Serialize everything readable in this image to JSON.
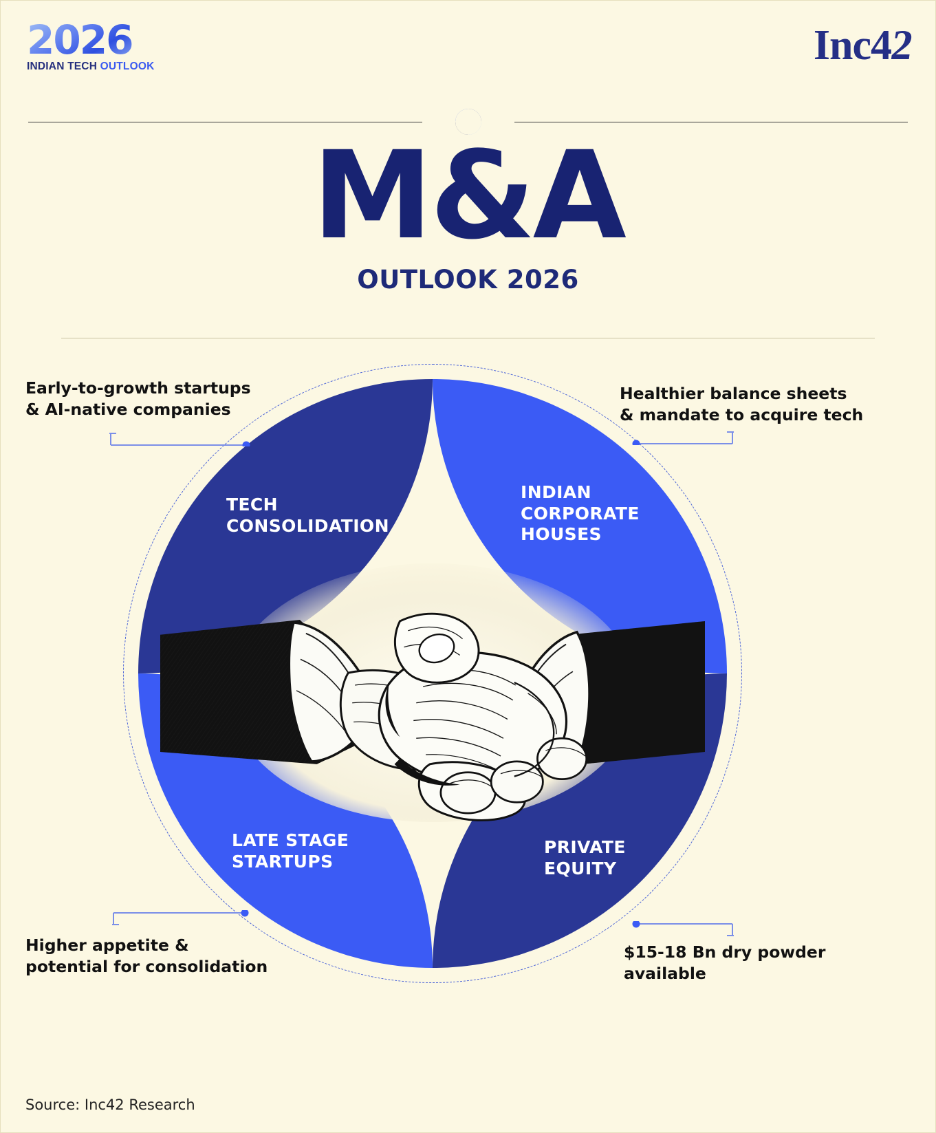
{
  "header": {
    "brand_year": "2026",
    "brand_tagline_dark": "INDIAN TECH ",
    "brand_tagline_light": "OUTLOOK",
    "publisher": "Inc4",
    "publisher_suffix": "2",
    "star_icon": "four-point-star-icon"
  },
  "title": {
    "main": "M&A",
    "subtitle": "OUTLOOK 2026"
  },
  "diagram": {
    "quadrants": [
      {
        "id": "tech-consolidation",
        "label": "TECH\nCONSOLIDATION",
        "color": "#2A3795",
        "position": "top-left"
      },
      {
        "id": "indian-corporate-houses",
        "label": "INDIAN\nCORPORATE\nHOUSES",
        "color": "#3B5BF5",
        "position": "top-right"
      },
      {
        "id": "late-stage-startups",
        "label": "LATE STAGE\nSTARTUPS",
        "color": "#3B5BF5",
        "position": "bottom-left"
      },
      {
        "id": "private-equity",
        "label": "PRIVATE\nEQUITY",
        "color": "#2A3795",
        "position": "bottom-right"
      }
    ],
    "center_image": "handshake-engraving"
  },
  "annotations": {
    "top_left": "Early-to-growth startups\n& AI-native companies",
    "top_right": "Healthier balance sheets\n& mandate to acquire tech",
    "bottom_left": "Higher appetite &\npotential for consolidation",
    "bottom_right": "$15-18 Bn dry powder\navailable"
  },
  "footer": {
    "source": "Source: Inc42 Research"
  },
  "colors": {
    "background": "#FCF8E3",
    "navy": "#182372",
    "deep_blue": "#2A3795",
    "bright_blue": "#3B5BF5",
    "text_dark": "#111111"
  },
  "chart_data": {
    "type": "pie",
    "title": "M&A Outlook 2026",
    "categories": [
      "Tech Consolidation",
      "Indian Corporate Houses",
      "Private Equity",
      "Late Stage Startups"
    ],
    "values": [
      25,
      25,
      25,
      25
    ],
    "annotations": [
      "Early-to-growth startups & AI-native companies",
      "Healthier balance sheets & mandate to acquire tech",
      "$15-18 Bn dry powder available",
      "Higher appetite & potential for consolidation"
    ],
    "legend": "none",
    "source": "Inc42 Research"
  }
}
